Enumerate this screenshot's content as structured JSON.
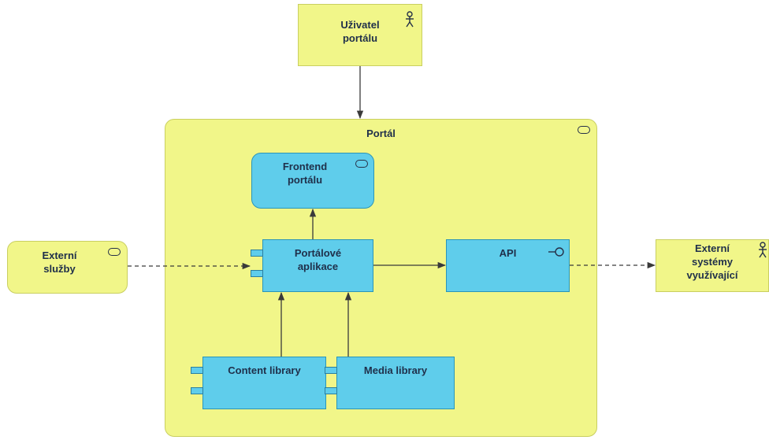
{
  "diagram": {
    "user": {
      "label": "Uživatel\nportálu"
    },
    "portal": {
      "label": "Portál"
    },
    "frontend": {
      "label": "Frontend\nportálu"
    },
    "portal_apps": {
      "label": "Portálové\naplikace"
    },
    "api": {
      "label": "API"
    },
    "content_library": {
      "label": "Content library"
    },
    "media_library": {
      "label": "Media library"
    },
    "external_services": {
      "label": "Externí\nslužby"
    },
    "external_systems": {
      "label": "Externí\nsystémy\nvyužívající"
    }
  },
  "colors": {
    "yellow": "#f1f689",
    "blue": "#5fcdeb",
    "text": "#1f2f4a",
    "edge": "#3a3a3a"
  }
}
